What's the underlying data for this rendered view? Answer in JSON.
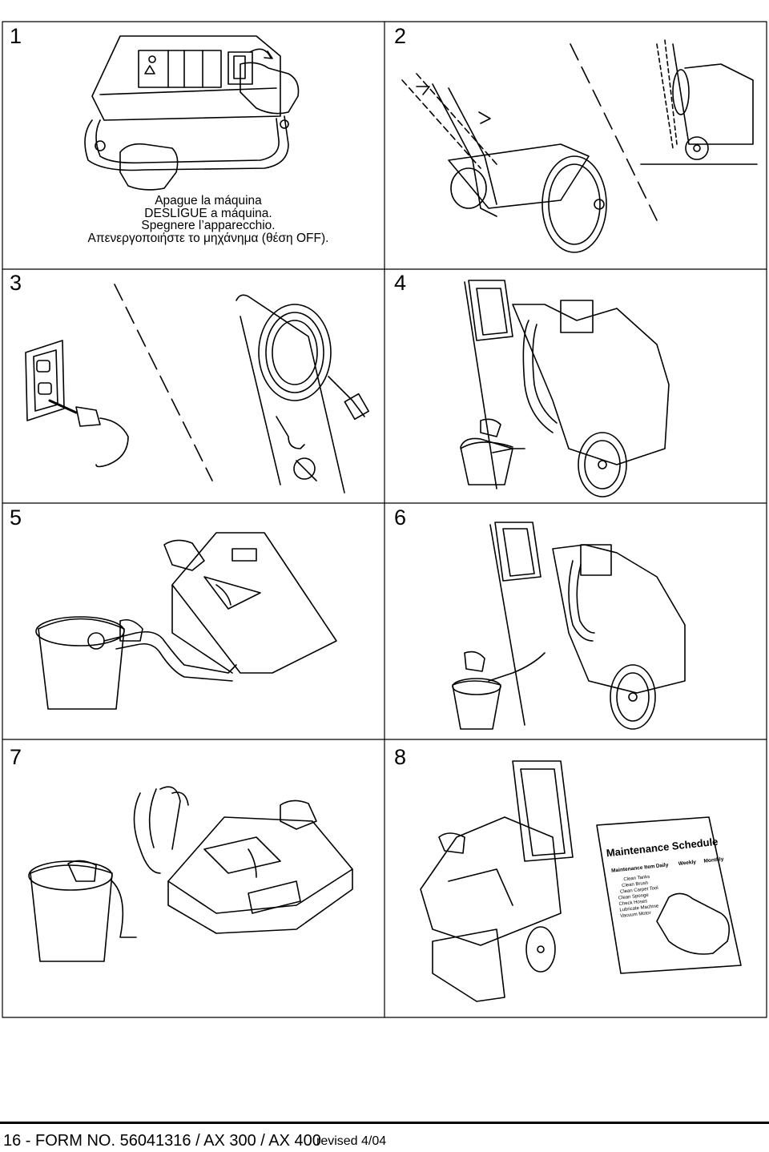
{
  "panels": [
    {
      "number": "1"
    },
    {
      "number": "2"
    },
    {
      "number": "3"
    },
    {
      "number": "4"
    },
    {
      "number": "5"
    },
    {
      "number": "6"
    },
    {
      "number": "7"
    },
    {
      "number": "8"
    }
  ],
  "caption_step1": [
    "Apague la máquina",
    "DESLIGUE a máquina.",
    "Spegnere l’apparecchio.",
    "Απενεργοποιήστε το μηχάνημα (θέση OFF)."
  ],
  "maintenance_card": {
    "title": "Maintenance Schedule",
    "columns": [
      "Maintenance Item",
      "Daily",
      "Weekly",
      "Monthly"
    ],
    "items": [
      "Clean Tanks",
      "Clean Brush",
      "Clean Carpet Tool",
      "Clean Sponge",
      "Check Hoses",
      "Lubricate Machine",
      "Vacuum Motor"
    ]
  },
  "footer": {
    "left": "16 - FORM NO. 56041316 / AX 300 / AX 400",
    "right": "revised 4/04"
  }
}
